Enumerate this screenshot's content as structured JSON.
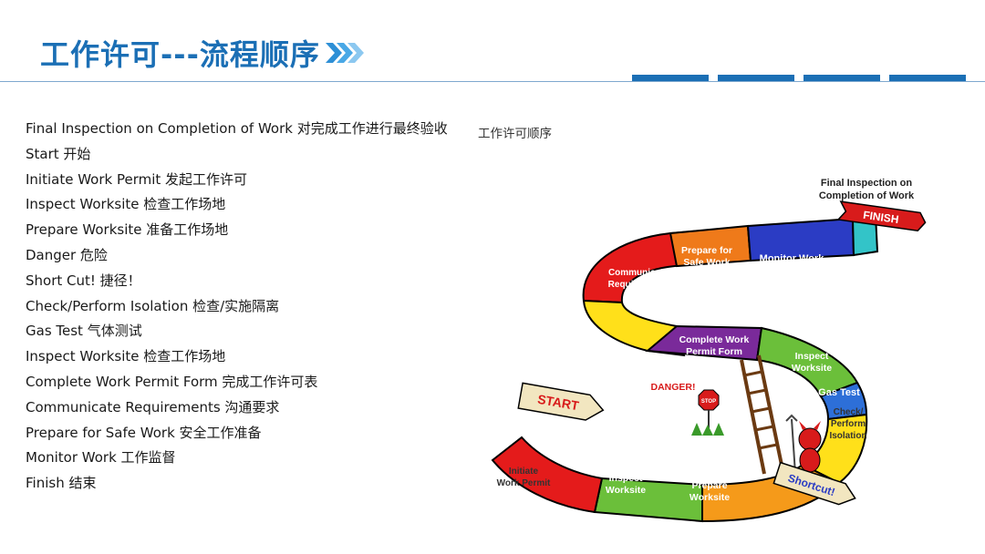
{
  "slide": {
    "title": "工作许可---流程顺序",
    "caption": "工作许可顺序"
  },
  "steps": [
    "Final Inspection on Completion of Work 对完成工作进行最终验收",
    "Start 开始",
    "Initiate Work Permit 发起工作许可",
    "Inspect Worksite 检查工作场地",
    "Prepare Worksite 准备工作场地",
    "Danger 危险",
    "Short Cut!  捷径！",
    "Check/Perform Isolation 检查/实施隔离",
    "Gas Test 气体测试",
    "Inspect Worksite 检查工作场地",
    "Complete Work Permit Form 完成工作许可表",
    "Communicate Requirements 沟通要求",
    "Prepare for Safe Work 安全工作准备",
    "Monitor Work 工作监督",
    "Finish 结束"
  ],
  "board": {
    "final_inspection_line1": "Final Inspection on",
    "final_inspection_line2": "Completion of Work",
    "finish": "FINISH",
    "prepare_safe_1": "Prepare for",
    "prepare_safe_2": "Safe Work",
    "monitor": "Monitor Work",
    "communicate_1": "Communicate",
    "communicate_2": "Requirements",
    "complete_1": "Complete Work",
    "complete_2": "Permit Form",
    "inspect_upper_1": "Inspect",
    "inspect_upper_2": "Worksite",
    "gas_test": "Gas Test",
    "check_1": "Check/",
    "check_2": "Perform",
    "check_3": "Isolation",
    "danger": "DANGER!",
    "stop": "STOP",
    "start": "START",
    "initiate_1": "Initiate",
    "initiate_2": "Work Permit",
    "inspect_lower_1": "Inspect",
    "inspect_lower_2": "Worksite",
    "prepare_ws_1": "Prepare",
    "prepare_ws_2": "Worksite",
    "shortcut": "Shortcut!"
  },
  "colors": {
    "title": "#1b6fb5",
    "accent_bar": "#1b6fb5"
  }
}
